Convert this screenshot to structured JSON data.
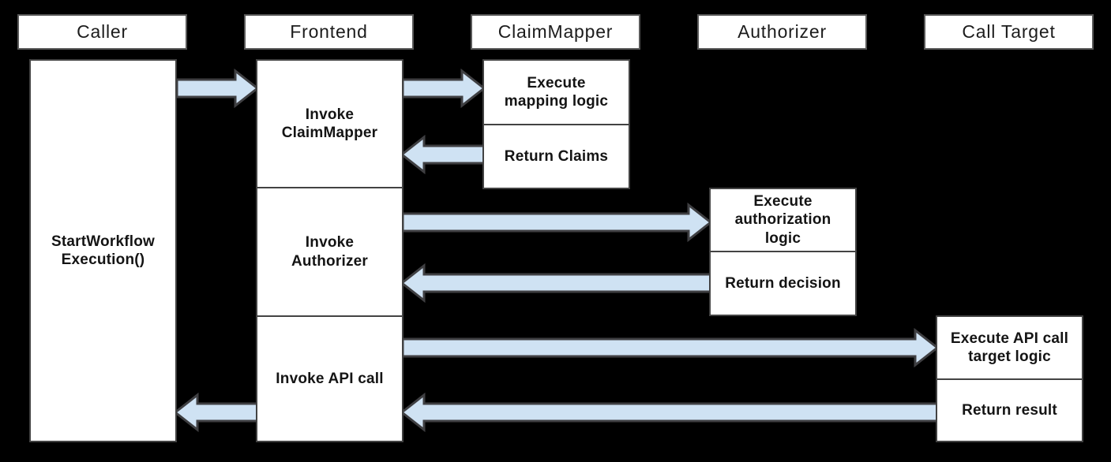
{
  "colors": {
    "background": "#000000",
    "box_fill": "#ffffff",
    "box_border": "#434343",
    "header_border": "#595959",
    "arrow_fill": "#cfe2f3",
    "arrow_stroke": "#3f3f42",
    "text": "#1c1c1c"
  },
  "lanes": [
    {
      "label": "Caller"
    },
    {
      "label": "Frontend"
    },
    {
      "label": "ClaimMapper"
    },
    {
      "label": "Authorizer"
    },
    {
      "label": "Call Target"
    }
  ],
  "activities": {
    "caller_start": "StartWorkflow\nExecution()",
    "frontend_invoke_claimmapper": "Invoke\nClaimMapper",
    "frontend_invoke_authorizer": "Invoke\nAuthorizer",
    "frontend_invoke_api_call": "Invoke API call",
    "claimmapper_execute": "Execute\nmapping logic",
    "claimmapper_return": "Return Claims",
    "authorizer_execute": "Execute\nauthorization\nlogic",
    "authorizer_return": "Return decision",
    "calltarget_execute": "Execute API call\ntarget logic",
    "calltarget_return": "Return result"
  },
  "arrows": [
    {
      "from": "Caller",
      "to": "Frontend",
      "direction": "right"
    },
    {
      "from": "Frontend",
      "to": "ClaimMapper",
      "direction": "right"
    },
    {
      "from": "ClaimMapper",
      "to": "Frontend",
      "direction": "left"
    },
    {
      "from": "Frontend",
      "to": "Authorizer",
      "direction": "right"
    },
    {
      "from": "Authorizer",
      "to": "Frontend",
      "direction": "left"
    },
    {
      "from": "Frontend",
      "to": "Call Target",
      "direction": "right"
    },
    {
      "from": "Call Target",
      "to": "Frontend",
      "direction": "left"
    },
    {
      "from": "Frontend",
      "to": "Caller",
      "direction": "left"
    }
  ]
}
